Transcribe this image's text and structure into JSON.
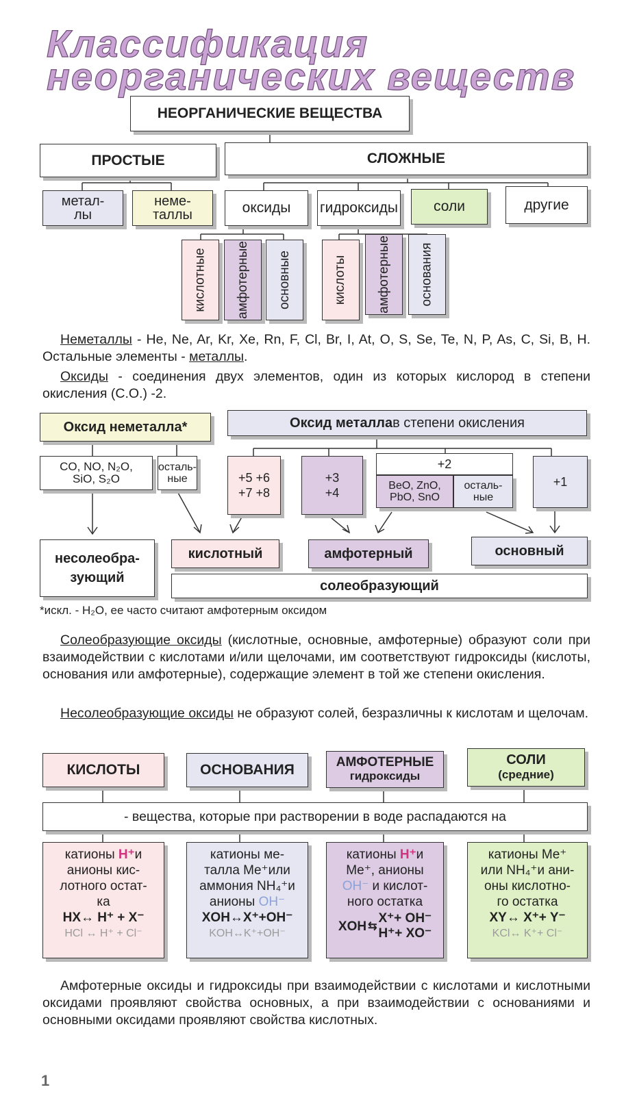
{
  "title": {
    "line1": "Классификация",
    "line2": "неорганических веществ"
  },
  "tree": {
    "root": "НЕОРГАНИЧЕСКИЕ ВЕЩЕСТВА",
    "simple": "ПРОСТЫЕ",
    "complex": "СЛОЖНЫЕ",
    "metals": "метал-\nлы",
    "nonmetals": "неме-\nталлы",
    "oxides": "оксиды",
    "hydroxides": "гидроксиды",
    "salts": "соли",
    "others": "другие",
    "oxide_types": [
      "кислотные",
      "амфотерные",
      "основные"
    ],
    "hydroxide_types": [
      "кислоты",
      "амфотерные",
      "основания"
    ]
  },
  "para1": {
    "nonmetals_term": "Неметаллы",
    "nonmetals_text": " - He, Ne, Ar, Kr, Xe, Rn, F, Cl, Br, I, At, O, S, Se, Te, N, P, As, C, Si, B, H.   Остальные элементы - ",
    "metals_term": "металлы",
    "end": ".",
    "oxides_term": "Оксиды",
    "oxides_text": " - соединения двух элементов, один из которых кислород в степени окисления (С.О.)  -2."
  },
  "oxide_diagram": {
    "nonmetal_oxide": "Оксид неметалла*",
    "metal_oxide_bold": "Оксид металла",
    "metal_oxide_rest": " в степени окисления",
    "nonsalt_list": "CO, NO, N₂O,\nSiO, S₂O",
    "rest1": "осталь-\nные",
    "ox_56_78": "+5 +6\n+7 +8",
    "ox_34": "+3\n+4",
    "ox_2": "+2",
    "ox_2_amph": "BeO, ZnO,\nPbO, SnO",
    "ox_2_rest": "осталь-\nные",
    "ox_1": "+1",
    "nonsalt": "несолеобра-\nзующий",
    "acidic": "кислотный",
    "amphoteric": "амфотерный",
    "basic": "основный",
    "saltforming": "солеобразующий",
    "footnote": "*искл. - H₂O, ее часто считают амфотерным оксидом"
  },
  "para2": {
    "term1": "Солеобразующие  оксиды",
    "text1": " (кислотные,  основные,  амфотерные) образуют соли при взаимодействии с кислотами и/или щелочами, им соответствуют гидроксиды (кислоты, основания или амфотерные), содержащие элемент в той же степени окисления.",
    "term2": "Несолеобразующие  оксиды",
    "text2": "  не  образуют  солей,  безразличны  к кислотам и щелочам."
  },
  "dissociation": {
    "acids": "КИСЛОТЫ",
    "bases": "ОСНОВАНИЯ",
    "amph_line1": "АМФОТЕРНЫЕ",
    "amph_line2": "гидроксиды",
    "salts_line1": "СОЛИ",
    "salts_line2": "(средние)",
    "common": "- вещества, которые при растворении в воде распадаются на",
    "acid_desc": {
      "a": "катионы ",
      "b": "H⁺",
      "c": "и\nанионы кис-\nлотного остат-\nка",
      "eq": "HX↔ H⁺ + X⁻",
      "ex": "HCl ↔ H⁺ + Cl⁻"
    },
    "base_desc": {
      "a": "катионы ме-\nталла Me⁺или\nаммония NH₄⁺и\nанионы ",
      "b": "OH⁻",
      "eq": "XOH↔X⁺+OH⁻",
      "ex": "KOH↔K⁺+OH⁻"
    },
    "amph_desc": {
      "a": "катионы ",
      "b": "H⁺",
      "c": "и\nMe⁺, анионы\n",
      "d": "OH⁻",
      "e": " и кислот-\nного остатка",
      "eq1": "X⁺+ OH⁻",
      "eq2": "H⁺+ XO⁻",
      "lhs": "XOH"
    },
    "salt_desc": {
      "a": "катионы Me⁺\nили NH₄⁺и ани-\nоны кислотно-\nго остатка",
      "eq": "XY↔ X⁺+ Y⁻",
      "ex": "KCl↔ K⁺+ Cl⁻"
    }
  },
  "para3": "Амфотерные оксиды и гидроксиды при взаимодействии с кислотами и кислотными  оксидами  проявляют свойства основных, а при взаимодействии  с основаниями  и основными  оксидами проявляют свойства кислотных.",
  "page_number": "1"
}
